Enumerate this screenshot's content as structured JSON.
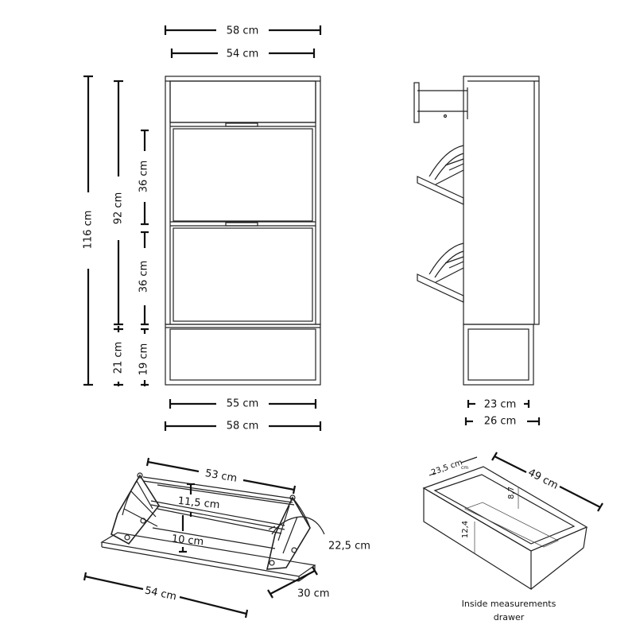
{
  "front": {
    "width_outer": "58 cm",
    "width_inner": "54 cm",
    "height_total": "116 cm",
    "height_upper": "92 cm",
    "flap_top": "36 cm",
    "flap_bottom": "36 cm",
    "base_outer": "21 cm",
    "base_inner": "19 cm",
    "bottom_inner": "55 cm",
    "bottom_outer": "58 cm"
  },
  "side": {
    "depth_inner": "23 cm",
    "depth_outer": "26 cm"
  },
  "compartment": {
    "length": "53 cm",
    "height_upper": "11,5 cm",
    "height_lower": "10 cm",
    "angle": "22,5 cm",
    "base_length": "54 cm",
    "base_depth": "30 cm"
  },
  "drawer": {
    "width": "23,5 cm",
    "length": "49 cm",
    "height_back": "8,7",
    "height_front": "12,4",
    "unit_suffix": "cm",
    "caption_line1": "Inside measurements",
    "caption_line2": "drawer"
  }
}
